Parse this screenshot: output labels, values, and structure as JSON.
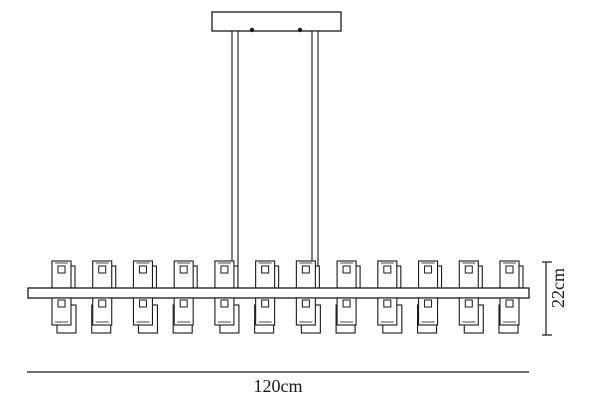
{
  "drawing": {
    "width_label": "120cm",
    "height_label": "22cm",
    "shade_count_per_row": 12,
    "line_color": "#1a1a1a",
    "shade_fill": "#ffffff"
  }
}
